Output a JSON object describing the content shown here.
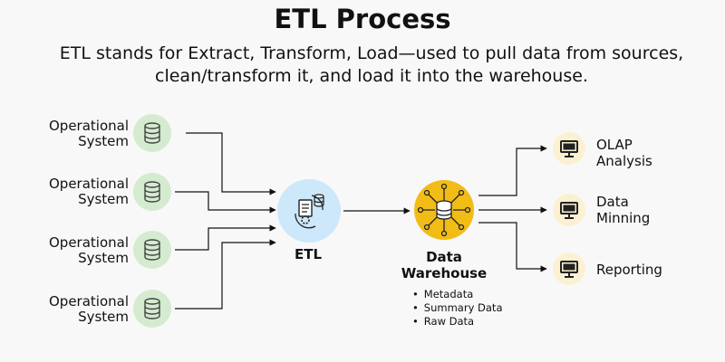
{
  "title": "ETL Process",
  "subtitle": "ETL stands for Extract, Transform, Load—used to pull data from sources, clean/transform it, and load it into the warehouse.",
  "sources": [
    {
      "line1": "Operational",
      "line2": "System"
    },
    {
      "line1": "Operational",
      "line2": "System"
    },
    {
      "line1": "Operational",
      "line2": "System"
    },
    {
      "line1": "Operational",
      "line2": "System"
    }
  ],
  "etl": {
    "label": "ETL"
  },
  "warehouse": {
    "line1": "Data",
    "line2": "Warehouse",
    "items": [
      "Metadata",
      "Summary Data",
      "Raw Data"
    ]
  },
  "outputs": [
    {
      "line1": "OLAP",
      "line2": "Analysis"
    },
    {
      "line1": "Data",
      "line2": "Minning"
    },
    {
      "line1": "Reporting",
      "line2": ""
    }
  ],
  "colors": {
    "source_circle": "#d4ebd0",
    "etl_circle": "#cce8fa",
    "warehouse_circle": "#f2bc17",
    "output_circle": "#fbf1d2"
  },
  "icons": {
    "source": "database-icon",
    "etl": "etl-process-icon",
    "warehouse": "data-hub-icon",
    "output": "monitor-icon"
  }
}
